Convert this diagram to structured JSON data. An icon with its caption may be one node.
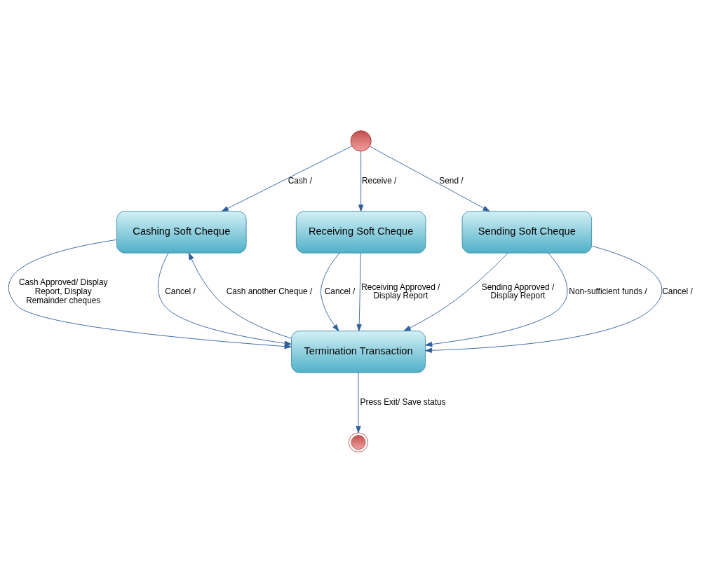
{
  "diagram": {
    "nodes": [
      {
        "text": [],
        "shape": "circle"
      },
      {
        "text": [
          "Cashing Soft Cheque"
        ]
      },
      {
        "text": [
          "Receiving Soft Cheque"
        ]
      },
      {
        "text": [
          "Sending Soft Cheque"
        ]
      },
      {
        "text": [
          "Termination Transaction"
        ]
      },
      {
        "text": [],
        "shape": "circle"
      }
    ],
    "edges": [
      {
        "from": 0,
        "to": 1,
        "arrow": "to",
        "label": "Cash /"
      },
      {
        "from": 0,
        "to": 2,
        "arrow": "to",
        "label": "Receive /"
      },
      {
        "from": 0,
        "to": 3,
        "arrow": "to",
        "label": "Send /"
      },
      {
        "from": 1,
        "to": 4,
        "arrow": "to",
        "label": "Cash Approved/ Display Report, Display Remainder cheques"
      },
      {
        "from": 4,
        "to": 1,
        "arrow": "to",
        "label": "Cash another Cheque /"
      },
      {
        "from": 1,
        "to": 4,
        "arrow": "to",
        "label": "Cancel /"
      },
      {
        "from": 2,
        "to": 4,
        "arrow": "to",
        "label": "Cancel /"
      },
      {
        "from": 2,
        "to": 4,
        "arrow": "to",
        "label": "Receiving Approved / Display Report"
      },
      {
        "from": 3,
        "to": 4,
        "arrow": "to",
        "label": "Sending Approved / Display Report"
      },
      {
        "from": 3,
        "to": 4,
        "arrow": "to",
        "label": "Non-sufficient funds /"
      },
      {
        "from": 3,
        "to": 4,
        "arrow": "to",
        "label": "Cancel /"
      },
      {
        "from": 4,
        "to": 5,
        "arrow": "to",
        "label": "Press Exit/ Save status"
      }
    ]
  }
}
